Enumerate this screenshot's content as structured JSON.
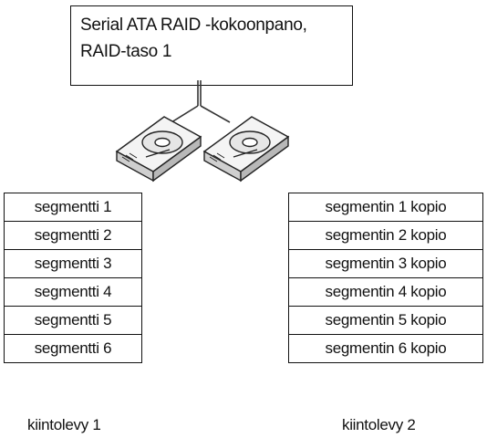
{
  "title": {
    "line1": "Serial ATA RAID -kokoonpano,",
    "line2": "RAID-taso 1"
  },
  "disk1": {
    "label": "kiintolevy 1",
    "segments": [
      "segmentti 1",
      "segmentti 2",
      "segmentti 3",
      "segmentti 4",
      "segmentti 5",
      "segmentti 6"
    ]
  },
  "disk2": {
    "label": "kiintolevy 2",
    "segments": [
      "segmentin 1 kopio",
      "segmentin 2 kopio",
      "segmentin 3 kopio",
      "segmentin 4 kopio",
      "segmentin 5 kopio",
      "segmentin 6 kopio"
    ]
  }
}
